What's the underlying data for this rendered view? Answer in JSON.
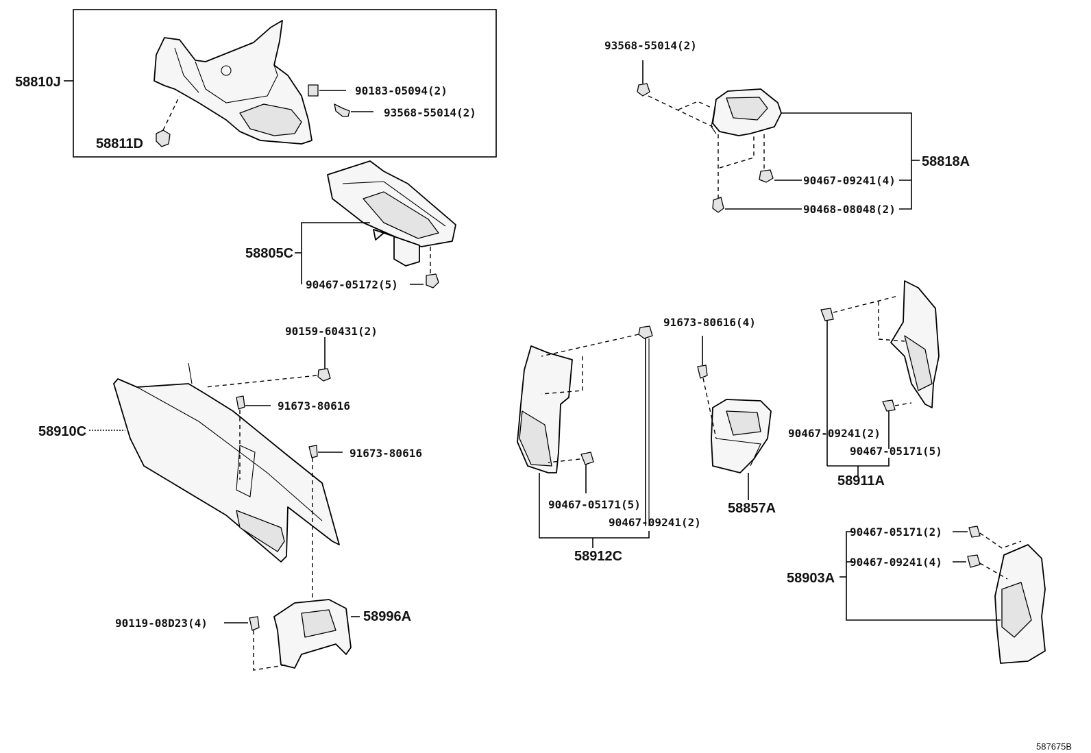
{
  "labels": {
    "p58810J": "58810J",
    "p58811D": "58811D",
    "p90183_05094": "90183-05094(2)",
    "p93568_55014_a": "93568-55014(2)",
    "p58805C": "58805C",
    "p90467_05172": "90467-05172(5)",
    "p93568_55014_b": "93568-55014(2)",
    "p58818A": "58818A",
    "p90467_09241_4a": "90467-09241(4)",
    "p90468_08048": "90468-08048(2)",
    "p90159_60431": "90159-60431(2)",
    "p91673_80616_a": "91673-80616",
    "p58910C": "58910C",
    "p91673_80616_b": "91673-80616",
    "p58996A": "58996A",
    "p90119_08D23": "90119-08D23(4)",
    "p90467_05171_5a": "90467-05171(5)",
    "p90467_09241_2a": "90467-09241(2)",
    "p58912C": "58912C",
    "p91673_80616_4": "91673-80616(4)",
    "p58857A": "58857A",
    "p90467_09241_2b": "90467-09241(2)",
    "p90467_05171_5b": "90467-05171(5)",
    "p58911A": "58911A",
    "p90467_05171_2": "90467-05171(2)",
    "p90467_09241_4b": "90467-09241(4)",
    "p58903A": "58903A"
  },
  "diagram_code": "587675B"
}
